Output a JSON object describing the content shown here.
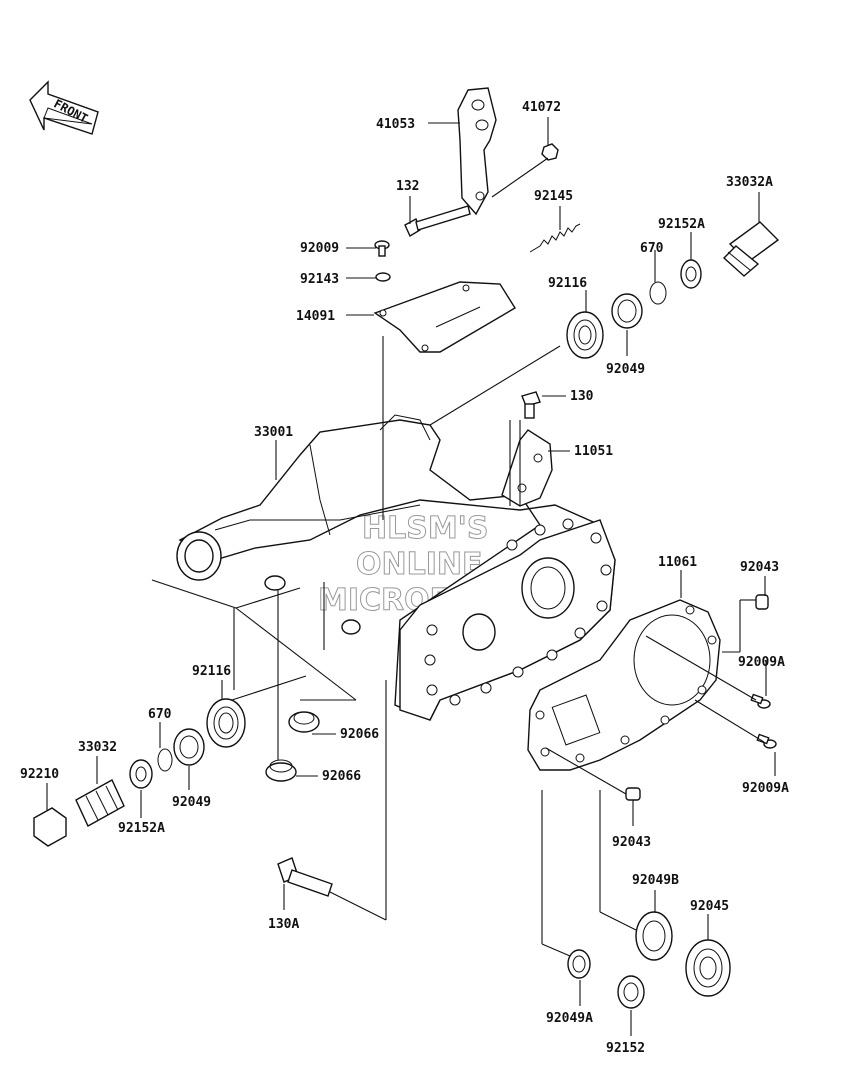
{
  "front_badge": {
    "text": "FRONT"
  },
  "watermark": [
    "HLSM'S",
    "ONLINE",
    "MICROFICHE"
  ],
  "parts": {
    "p41053": "41053",
    "p41072": "41072",
    "p132": "132",
    "p92145": "92145",
    "p33032A": "33032A",
    "p92152A_top": "92152A",
    "p670_top": "670",
    "p92009": "92009",
    "p92143": "92143",
    "p92116_top": "92116",
    "p14091": "14091",
    "p92049_top": "92049",
    "p130": "130",
    "p33001": "33001",
    "p11051": "11051",
    "p11061": "11061",
    "p92043_top": "92043",
    "p92009A_top": "92009A",
    "p92116_bot": "92116",
    "p670_bot": "670",
    "p92066_a": "92066",
    "p33032": "33032",
    "p92066_b": "92066",
    "p92210": "92210",
    "p92049_bot": "92049",
    "p92152A_bot": "92152A",
    "p92009A_bot": "92009A",
    "p92043_bot": "92043",
    "p130A": "130A",
    "p92049B": "92049B",
    "p92045": "92045",
    "p92049A": "92049A",
    "p92152": "92152"
  }
}
